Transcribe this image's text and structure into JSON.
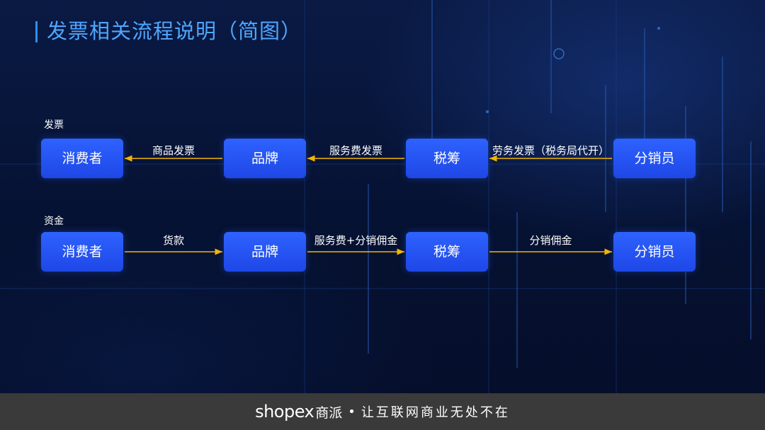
{
  "title": "发票相关流程说明（简图）",
  "sections": [
    {
      "label": "发票",
      "nodes": [
        "消费者",
        "品牌",
        "税筹",
        "分销员"
      ],
      "edges": [
        {
          "from": 1,
          "to": 0,
          "label": "商品发票"
        },
        {
          "from": 2,
          "to": 1,
          "label": "服务费发票"
        },
        {
          "from": 3,
          "to": 2,
          "label": "劳务发票（税务局代开）"
        }
      ]
    },
    {
      "label": "资金",
      "nodes": [
        "消费者",
        "品牌",
        "税筹",
        "分销员"
      ],
      "edges": [
        {
          "from": 0,
          "to": 1,
          "label": "货款"
        },
        {
          "from": 1,
          "to": 2,
          "label": "服务费+分销佣金"
        },
        {
          "from": 2,
          "to": 3,
          "label": "分销佣金"
        }
      ]
    }
  ],
  "footer": {
    "brand_latin": "shopex",
    "brand_cn": "商派",
    "separator": "•",
    "slogan": "让互联网商业无处不在"
  },
  "colors": {
    "background": "#061233",
    "title": "#4fa6ff",
    "node_fill": "#2554f5",
    "arrow": "#f5b400",
    "footer_bg": "#3a3a3a"
  }
}
